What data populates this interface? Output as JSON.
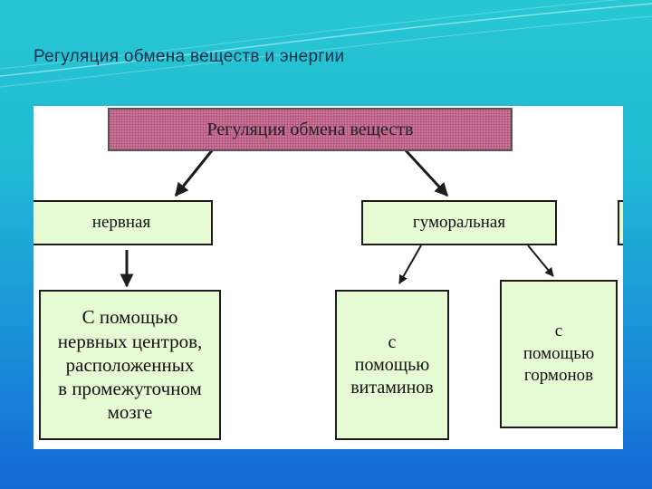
{
  "slide": {
    "title": "Регуляция обмена веществ и энергии"
  },
  "diagram": {
    "root": "Регуляция обмена веществ",
    "nervous": "нервная",
    "humoral": "гуморальная",
    "nervous_centers": "С помощью\nнервных центров,\nрасположенных\nв промежуточном\nмозге",
    "vitamins": "с\nпомощью\nвитаминов",
    "hormones": "с\nпомощью\nгормонов"
  },
  "colors": {
    "background": "#21b9d5",
    "root_box": "#d27ba0",
    "boxes": "#e6fad3",
    "arrow": "#1c1c1c"
  }
}
